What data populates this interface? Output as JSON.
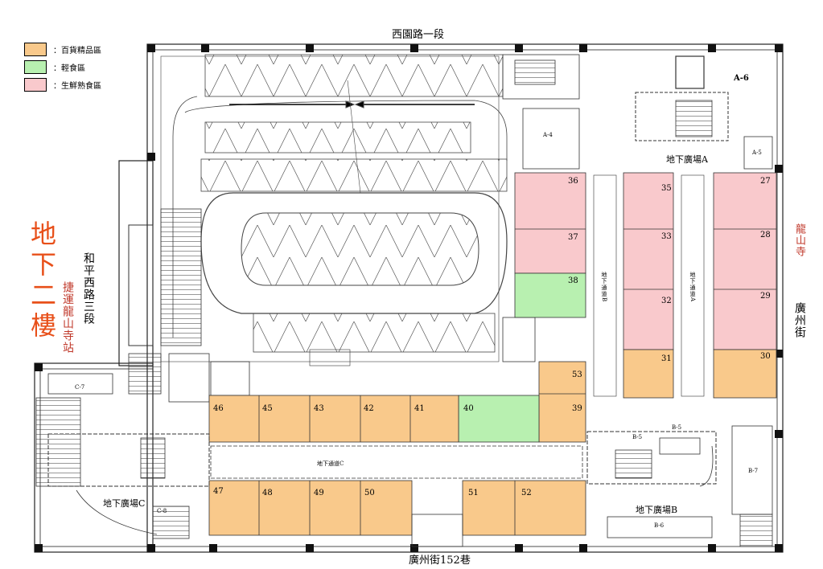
{
  "legend": [
    {
      "label": "：百貨精品區",
      "color": "#f9c98b"
    },
    {
      "label": "：輕食區",
      "color": "#b8f0b0"
    },
    {
      "label": "：生鮮熟食區",
      "color": "#f9c9cc"
    }
  ],
  "colors": {
    "retail": "#f9c98b",
    "light_food": "#b8f0b0",
    "fresh_food": "#f9c9cc",
    "title": "#e8501a",
    "longshan": "#c0392b"
  },
  "floor_title": "地下二樓",
  "streets": {
    "top": "西園路一段",
    "bottom": "廣州街152巷",
    "left": "和平西路三段",
    "right": "廣州街",
    "mrt": "捷運龍山寺站",
    "temple": "龍山寺"
  },
  "plazas": {
    "a": "地下廣場A",
    "b": "地下廣場B",
    "c": "地下廣場C"
  },
  "passages": {
    "a": "地下通道A",
    "b": "地下通道B",
    "c": "地下通道C"
  },
  "small_labels": {
    "a4": "A-4",
    "a5": "A-5",
    "a6": "A-6",
    "b5a": "B-5",
    "b5b": "B-5",
    "b6": "B-6",
    "b7": "B-7",
    "c7": "C-7",
    "c8": "C-8"
  },
  "units": [
    {
      "no": "36",
      "zone": "fresh"
    },
    {
      "no": "37",
      "zone": "fresh"
    },
    {
      "no": "38",
      "zone": "light"
    },
    {
      "no": "35",
      "zone": "fresh"
    },
    {
      "no": "33",
      "zone": "fresh"
    },
    {
      "no": "32",
      "zone": "fresh"
    },
    {
      "no": "31",
      "zone": "retail"
    },
    {
      "no": "27",
      "zone": "fresh"
    },
    {
      "no": "28",
      "zone": "fresh"
    },
    {
      "no": "29",
      "zone": "fresh"
    },
    {
      "no": "30",
      "zone": "retail"
    },
    {
      "no": "53",
      "zone": "retail"
    },
    {
      "no": "39",
      "zone": "retail"
    },
    {
      "no": "40",
      "zone": "light"
    },
    {
      "no": "41",
      "zone": "retail"
    },
    {
      "no": "42",
      "zone": "retail"
    },
    {
      "no": "43",
      "zone": "retail"
    },
    {
      "no": "45",
      "zone": "retail"
    },
    {
      "no": "46",
      "zone": "retail"
    },
    {
      "no": "47",
      "zone": "retail"
    },
    {
      "no": "48",
      "zone": "retail"
    },
    {
      "no": "49",
      "zone": "retail"
    },
    {
      "no": "50",
      "zone": "retail"
    },
    {
      "no": "51",
      "zone": "retail"
    },
    {
      "no": "52",
      "zone": "retail"
    }
  ]
}
